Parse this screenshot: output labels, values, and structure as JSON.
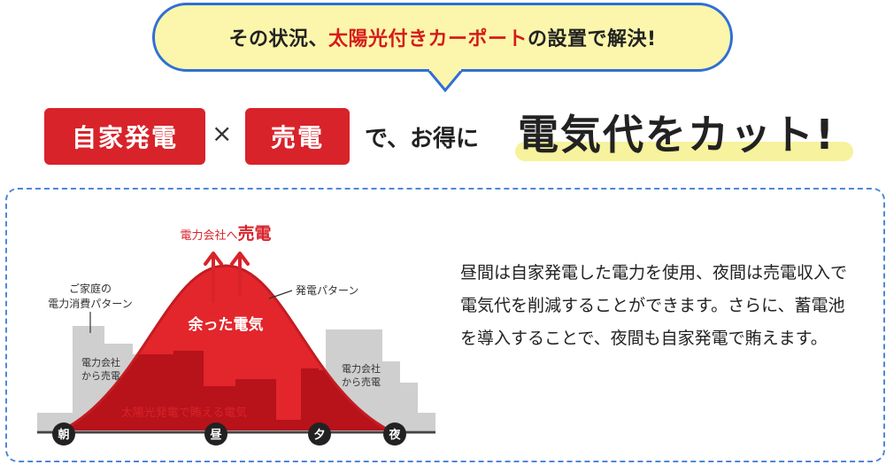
{
  "bubble": {
    "text_before": "その状況、",
    "text_highlight": "太陽光付きカーポート",
    "text_after": "の設置で解決!"
  },
  "headline": {
    "badge1": "自家発電",
    "times": "×",
    "badge2": "売電",
    "rest": "で、お得に",
    "big": "電気代をカット!"
  },
  "diagram": {
    "sell_label_small": "電力会社へ",
    "sell_label_big": "売電",
    "consumption_label_line1": "ご家庭の",
    "consumption_label_line2": "電力消費パターン",
    "generation_label": "発電パターン",
    "surplus_label": "余った電気",
    "left_buy_line1": "電力会社",
    "left_buy_line2": "から売電",
    "right_buy_line1": "電力会社",
    "right_buy_line2": "から売電",
    "solar_cover_label": "太陽光発電で賄える電気",
    "time_labels": [
      "朝",
      "昼",
      "夕",
      "夜"
    ]
  },
  "description": "昼間は自家発電した電力を使用、夜間は売電収入で電気代を削減することができます。さらに、蓄電池を導入することで、夜間も自家発電で賄えます。",
  "colors": {
    "accent_red": "#d8232a",
    "bubble_fill": "#fbf6ab",
    "bubble_border": "#2f6fd6",
    "panel_border": "#4f87d9",
    "highlight_yellow": "#f6f29d",
    "consumption_gray": "#cfcfcf"
  }
}
